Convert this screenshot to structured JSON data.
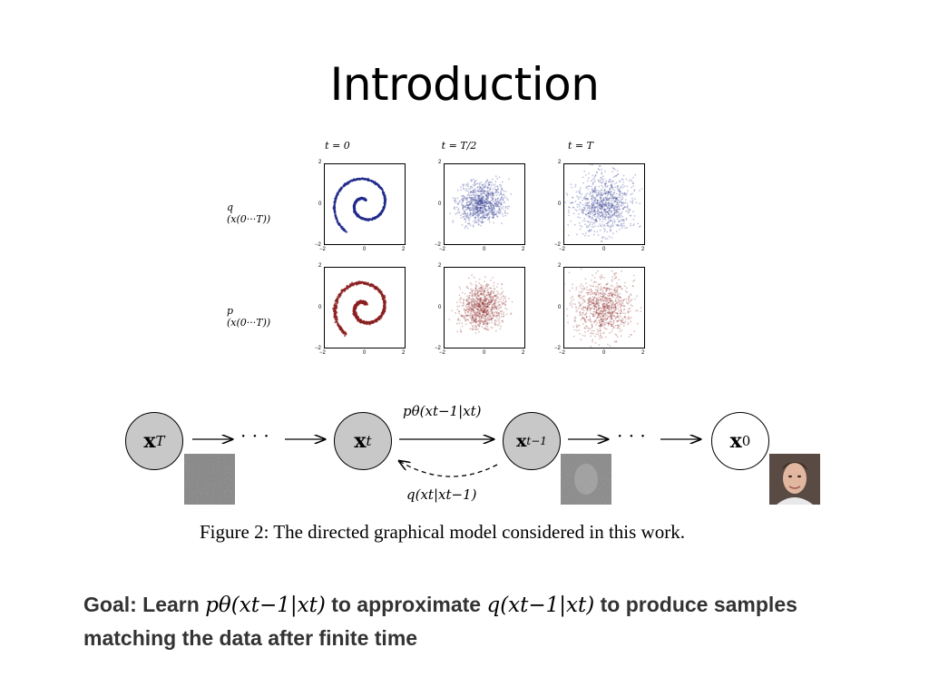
{
  "title": "Introduction",
  "figure": {
    "column_labels": [
      "t = 0",
      "t = T/2",
      "t = T"
    ],
    "row_labels": [
      "q (x(0···T))",
      "p (x(0···T))"
    ],
    "tick_labels": {
      "y_top": "2",
      "y_mid": "0",
      "y_bottom": "−2",
      "x_left": "−2",
      "x_mid": "0",
      "x_right": "2"
    },
    "colors": {
      "q_row": "#1f2a8a",
      "p_row": "#8a1f1f"
    }
  },
  "chain": {
    "nodes": [
      {
        "label": "x",
        "sub": "T"
      },
      {
        "label": "x",
        "sub": "t"
      },
      {
        "label": "x",
        "sub": "t−1"
      },
      {
        "label": "x",
        "sub": "0"
      }
    ],
    "dots": "· · ·",
    "forward_label": "pθ(xt−1|xt)",
    "backward_label": "q(xt|xt−1)"
  },
  "caption": "Figure 2: The directed graphical model considered in this work.",
  "goal": {
    "prefix": "Goal: Learn ",
    "math1": "pθ(xt−1|xt)",
    "middle": " to approximate ",
    "math2": "q(xt−1|xt)",
    "suffix": " to produce samples",
    "line2": "matching the data after finite time"
  }
}
